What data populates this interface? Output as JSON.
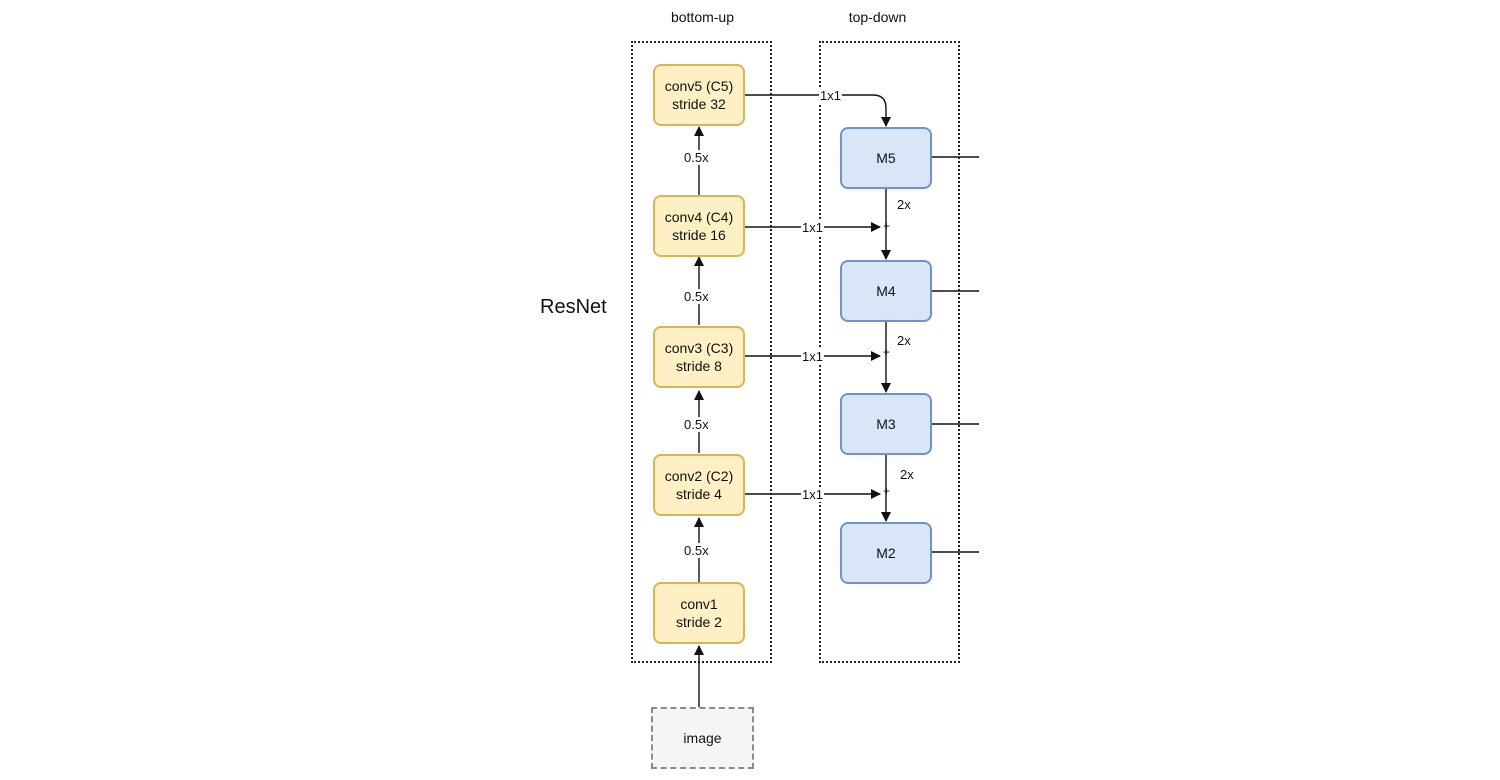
{
  "groups": {
    "bottom_up_title": "bottom-up",
    "top_down_title": "top-down"
  },
  "side_label": "ResNet",
  "input": {
    "label": "image"
  },
  "conv_blocks": [
    {
      "name": "conv5 (C5)",
      "stride": "stride 32"
    },
    {
      "name": "conv4 (C4)",
      "stride": "stride 16"
    },
    {
      "name": "conv3 (C3)",
      "stride": "stride 8"
    },
    {
      "name": "conv2 (C2)",
      "stride": "stride 4"
    },
    {
      "name": "conv1",
      "stride": "stride 2"
    }
  ],
  "m_blocks": [
    "M5",
    "M4",
    "M3",
    "M2"
  ],
  "edge_labels": {
    "downsample": "0.5x",
    "upsample": "2x",
    "lateral": "1x1",
    "merge": "+"
  }
}
